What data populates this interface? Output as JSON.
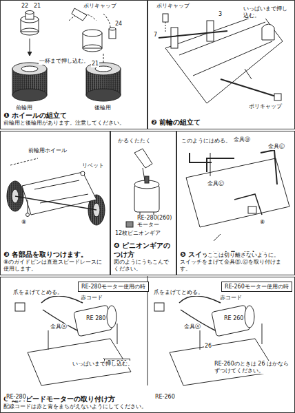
{
  "diagram": {
    "nodes": [
      {
        "text": [
          "❶ ホイールの組立て",
          "前輪用と後輪用があります。注意してください。"
        ]
      },
      {
        "text": [
          "❷ 前輪の組立て"
        ]
      },
      {
        "text": [
          "❸ 各部品を取りつけます。",
          "⑧のガイドピンは直進スピードレースに使用します。"
        ]
      },
      {
        "text": [
          "❹ ピニオンギアのつけ方",
          "図のようにうちこんでください。"
        ]
      },
      {
        "text": [
          "❺ スイッチと金具の組立て",
          "スイッチをまげて金具Ⓑ.Ⓒを取り付けます。"
        ]
      },
      {
        "text": [
          "❻ 超スピードモーターの取り付け方",
          "配線コードは赤と青をまちがえないようにしてください。"
        ]
      },
      {
        "text": [
          "RE-280モーター使用の時"
        ],
        "in": 5
      },
      {
        "text": [
          "RE-260モーター使用の時"
        ],
        "in": 5
      },
      {
        "text": [
          "RE 280"
        ],
        "in": 5
      }
    ],
    "labels": [
      "22",
      "21",
      "ポリキャップ",
      "24",
      "一杯まで押し込む。",
      "前輪用",
      "21",
      "後輪用",
      "ポリキャップ",
      "3",
      "7",
      "いっぱいまで押し込む。",
      "ポリキャップ",
      "前輪用ホイール",
      "リベット",
      "⑧",
      "かるくたたく",
      "RE-280(260) モーター",
      "12枚ピニオンギア",
      "このようにはめる。",
      "金具Ⓑ",
      "金具Ⓒ",
      "金具Ⓒ",
      "⑧",
      "ここは切り離さないように。",
      "爪をまげてとめる。",
      "赤コード",
      "金具Ⓐ",
      "RE 280",
      "いっぱいまで押し込む。",
      "RE-280",
      "爪をまげてとめる。",
      "赤コード",
      "金具Ⓐ",
      "RE 260",
      "26",
      "RE-260のときは 26 はかならずつけてください。",
      "RE-260"
    ]
  }
}
